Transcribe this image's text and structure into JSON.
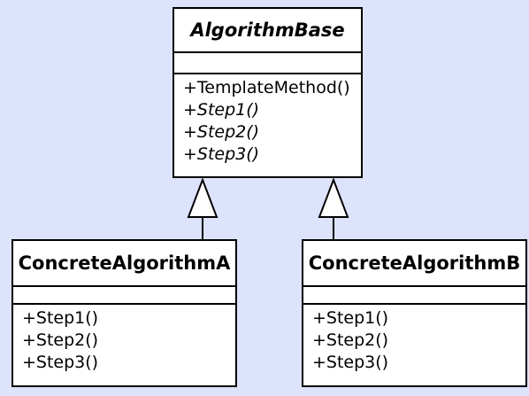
{
  "diagram": {
    "background_color": "#dce3fa",
    "relationship": "generalization",
    "classes": [
      {
        "id": "base",
        "name": "AlgorithmBase",
        "abstract": true,
        "attributes": [],
        "methods": [
          {
            "label": "+TemplateMethod()",
            "abstract": false
          },
          {
            "label": "+Step1()",
            "abstract": true
          },
          {
            "label": "+Step2()",
            "abstract": true
          },
          {
            "label": "+Step3()",
            "abstract": true
          }
        ]
      },
      {
        "id": "concrete-a",
        "name": "ConcreteAlgorithmA",
        "abstract": false,
        "attributes": [],
        "methods": [
          {
            "label": "+Step1()",
            "abstract": false
          },
          {
            "label": "+Step2()",
            "abstract": false
          },
          {
            "label": "+Step3()",
            "abstract": false
          }
        ],
        "extends": "AlgorithmBase"
      },
      {
        "id": "concrete-b",
        "name": "ConcreteAlgorithmB",
        "abstract": false,
        "attributes": [],
        "methods": [
          {
            "label": "+Step1()",
            "abstract": false
          },
          {
            "label": "+Step2()",
            "abstract": false
          },
          {
            "label": "+Step3()",
            "abstract": false
          }
        ],
        "extends": "AlgorithmBase"
      }
    ]
  }
}
